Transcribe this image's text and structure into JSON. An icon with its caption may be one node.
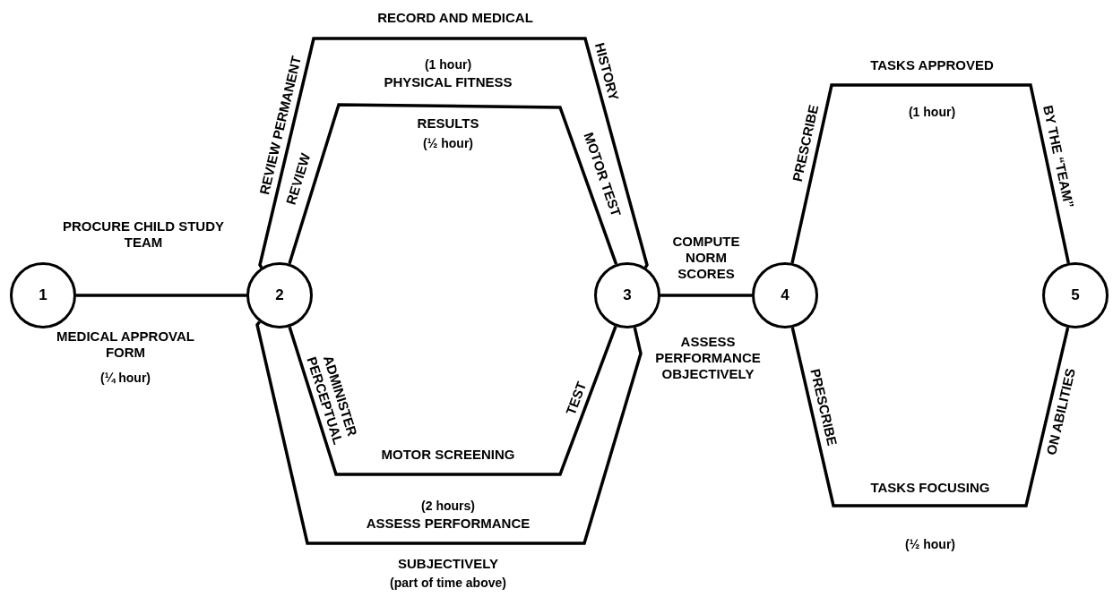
{
  "diagram": {
    "nodes": [
      {
        "text": [
          "1"
        ]
      },
      {
        "text": [
          "2"
        ]
      },
      {
        "text": [
          "3"
        ]
      },
      {
        "text": [
          "4"
        ]
      },
      {
        "text": [
          "5"
        ]
      }
    ],
    "edges": [
      {
        "from": 0,
        "to": 1,
        "arrow": "none"
      },
      {
        "from": 1,
        "to": 2,
        "arrow": "none"
      },
      {
        "from": 1,
        "to": 2,
        "arrow": "none"
      },
      {
        "from": 1,
        "to": 2,
        "arrow": "none"
      },
      {
        "from": 1,
        "to": 2,
        "arrow": "none"
      },
      {
        "from": 2,
        "to": 3,
        "arrow": "none"
      },
      {
        "from": 3,
        "to": 4,
        "arrow": "none"
      },
      {
        "from": 3,
        "to": 4,
        "arrow": "none"
      }
    ],
    "labels": [
      "RECORD AND MEDICAL",
      "(1 hour)",
      "PHYSICAL FITNESS",
      "REVIEW PERMANENT",
      "HISTORY",
      "TASKS APPROVED",
      "(1 hour)",
      "BY THE “TEAM”",
      "RESULTS",
      "(½ hour)",
      "REVIEW",
      "MOTOR TEST",
      "PRESCRIBE",
      "PROCURE CHILD STUDY TEAM",
      "COMPUTE NORM SCORES",
      "MEDICAL APPROVAL FORM",
      "(¼ hour)",
      "ASSESS PERFORMANCE OBJECTIVELY",
      "ADMINISTER PERCEPTUAL",
      "TEST",
      "PRESCRIBE",
      "ON ABILITIES",
      "MOTOR SCREENING",
      "TASKS FOCUSING",
      "(2 hours)",
      "ASSESS PERFORMANCE",
      "(½ hour)",
      "SUBJECTIVELY",
      "(part of time above)"
    ]
  }
}
